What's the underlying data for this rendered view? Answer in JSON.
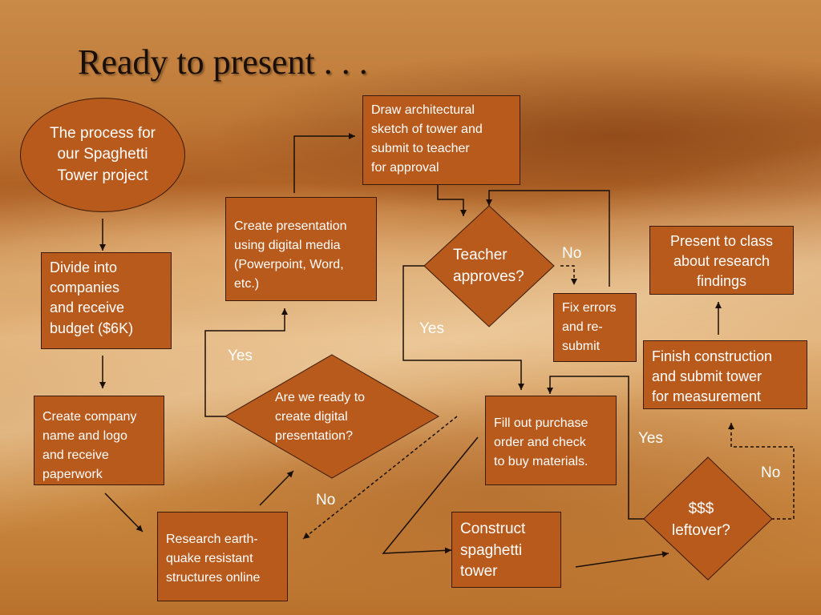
{
  "slide": {
    "title": "Ready to present . . ."
  },
  "nodes": {
    "start": "The process for\nour Spaghetti\nTower project",
    "divide": "Divide into\ncompanies\nand receive\nbudget ($6K)",
    "company": "Create company\nname and logo\nand receive\npaperwork",
    "research": "Research earth-\nquake resistant\nstructures online",
    "ready_q": "Are we ready to\ncreate digital\npresentation?",
    "presentation": "Create presentation\nusing digital media\n(Powerpoint, Word,\netc.)",
    "sketch": "Draw architectural\nsketch of tower and\nsubmit to teacher\nfor approval",
    "teacher_q": "Teacher\napproves?",
    "fix": "Fix errors\nand re-\nsubmit",
    "purchase": "Fill out purchase\norder and check\nto buy materials.",
    "construct": "Construct\nspaghetti\ntower",
    "leftover_q": "$$$\nleftover?",
    "finish": "Finish construction\nand submit tower\nfor measurement",
    "present": "Present to class\nabout research\nfindings"
  },
  "labels": {
    "yes_ready": "Yes",
    "no_ready": "No",
    "yes_teacher": "Yes",
    "no_teacher": "No",
    "yes_leftover": "Yes",
    "no_leftover": "No"
  },
  "colors": {
    "box_fill": "#b85a1c",
    "box_border": "#3a1a08",
    "text": "#ffffff",
    "line": "#1a0f08"
  }
}
